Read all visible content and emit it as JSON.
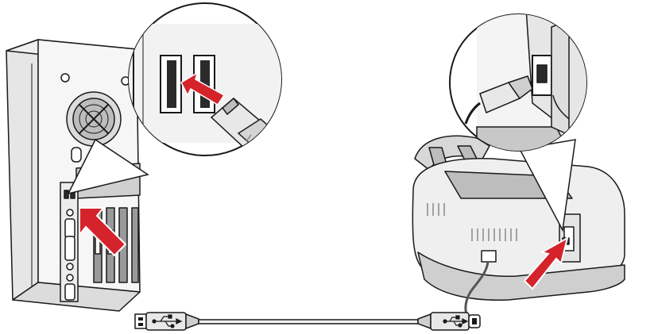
{
  "figure": {
    "type": "installation-illustration",
    "panels": [
      {
        "name": "computer-tower",
        "callout": "usb-port-closeup"
      },
      {
        "name": "printer-rear",
        "callout": "usb-port-closeup"
      }
    ]
  },
  "colors": {
    "line": "#1a1a1a",
    "arrow_red": "#d4232b",
    "body_fill": "#f4f4f4",
    "shade": "#c8c8c8",
    "dark_shade": "#8a8a8a",
    "port_fill": "#2b2b2b"
  },
  "icons": [
    "usb-trident-icon",
    "insert-arrow-icon"
  ]
}
